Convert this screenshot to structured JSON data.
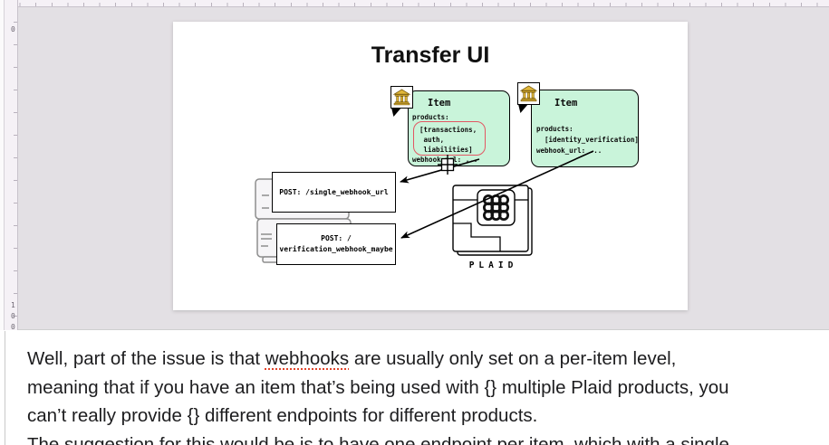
{
  "rulers": {
    "origin_label": "0",
    "vertical_100_digits": [
      "1",
      "0",
      "0"
    ]
  },
  "diagram": {
    "title": "Transfer UI",
    "item_box_1": {
      "header": "Item",
      "products_label": "products:",
      "annotated_products": "[transactions,\n auth,\n liabilities]",
      "webhook_line": "webhook_url: ..."
    },
    "item_box_2": {
      "header": "Item",
      "body": "products:\n  [identity_verification]\nwebhook_url: ..."
    },
    "endpoint_box_1": {
      "label": "POST: /single_webhook_url"
    },
    "endpoint_box_2": {
      "label": "POST: /\nverification_webhook_maybe"
    },
    "plaid_label": "PLAID"
  },
  "note": {
    "line1_before": "Well, part of the issue is that ",
    "line1_misspelled_word": "webhooks",
    "line1_after": " are usually only set on a per-item level,",
    "line2": "meaning that if you have an item that’s being used with {} multiple Plaid products, you",
    "line3": "can’t really provide {} different endpoints for different products.",
    "line4_clipped": "The suggestion for this would be is to have one endpoint per item, which with a single"
  },
  "colors": {
    "canvas_background": "#e3e0e4",
    "ruler_background": "#f5f1f6",
    "artboard": "#ffffff",
    "item_box_fill": "#c9f4da",
    "annotation_red": "#e25763",
    "server_gray": "#8e8e8e",
    "spellcheck_red": "#e1442a"
  }
}
